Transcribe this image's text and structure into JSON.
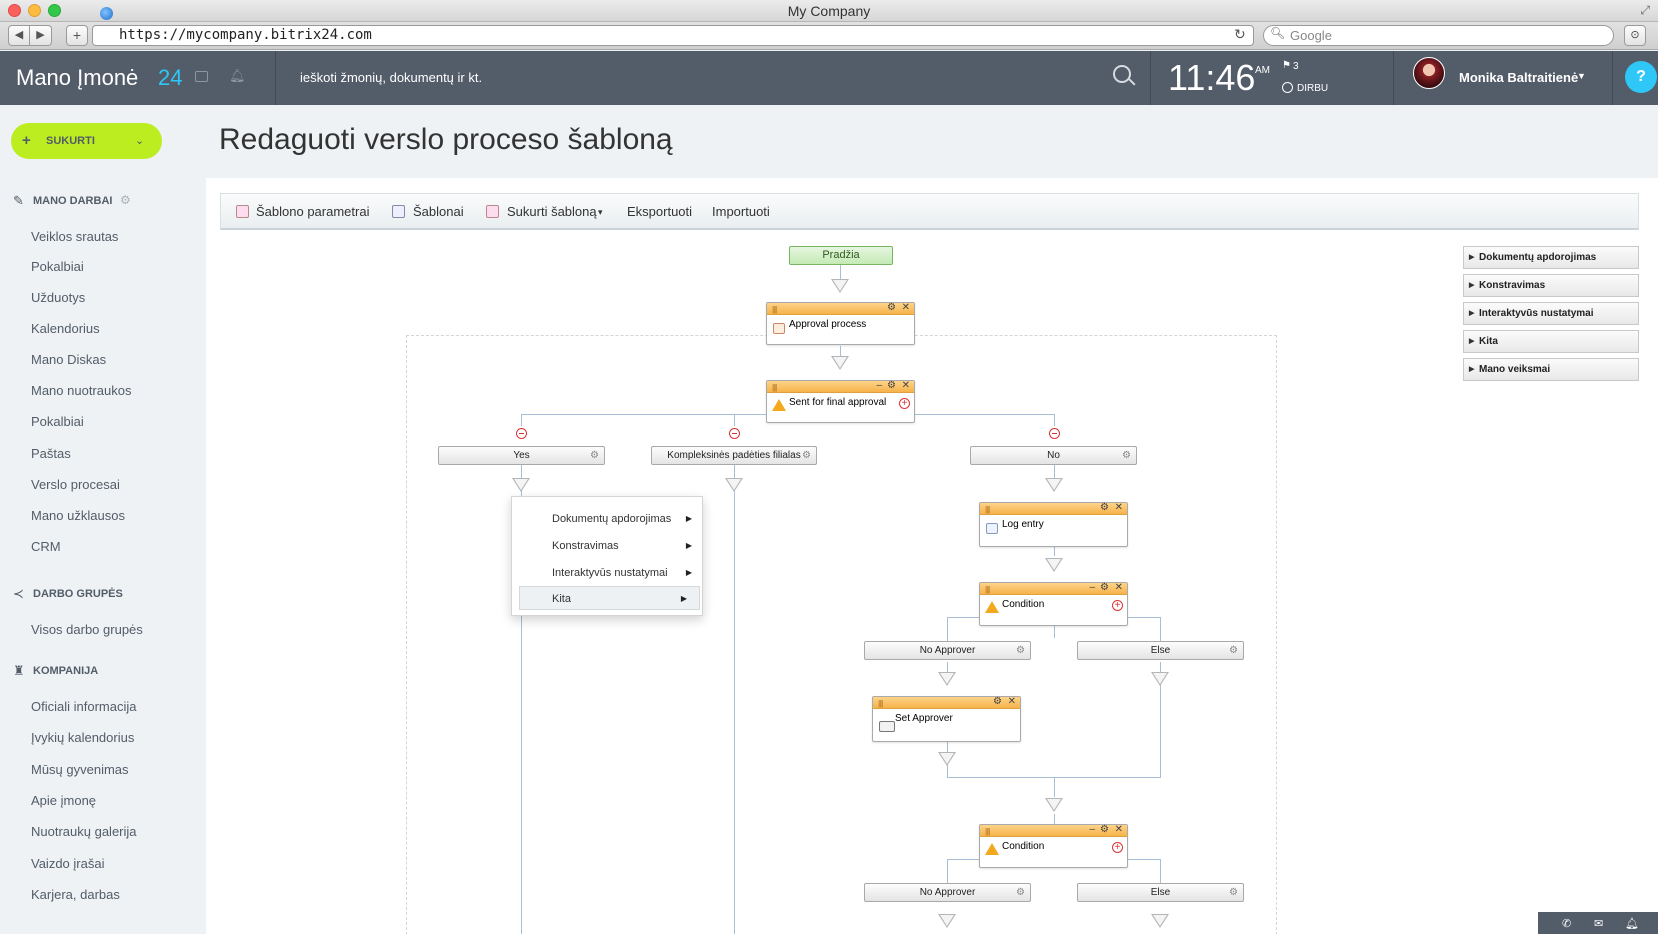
{
  "window": {
    "title": "My Company"
  },
  "browser": {
    "url": "https://mycompany.bitrix24.com",
    "search_placeholder": "Google"
  },
  "header": {
    "logo": "Mano Įmonė",
    "logo_num": "24",
    "search_text": "ieškoti žmonių, dokumentų ir kt.",
    "time": "11:46",
    "ampm": "AM",
    "flag_count": "3",
    "status": "DIRBU",
    "user_name": "Monika Baltraitienė",
    "help": "?"
  },
  "sidebar": {
    "create": "SUKURTI",
    "sections": [
      {
        "title": "MANO DARBAI",
        "items": [
          "Veiklos srautas",
          "Pokalbiai",
          "Užduotys",
          "Kalendorius",
          "Mano Diskas",
          "Mano nuotraukos",
          "Pokalbiai",
          "Paštas",
          "Verslo procesai",
          "Mano užklausos",
          "CRM"
        ]
      },
      {
        "title": "DARBO GRUPĖS",
        "items": [
          "Visos darbo grupės"
        ]
      },
      {
        "title": "KOMPANIJA",
        "items": [
          "Oficiali informacija",
          "Įvykių kalendorius",
          "Mūsų gyvenimas",
          "Apie įmonę",
          "Nuotraukų galerija",
          "Vaizdo įrašai",
          "Karjera, darbas"
        ]
      }
    ]
  },
  "page": {
    "title": "Redaguoti verslo proceso šabloną"
  },
  "toolbar": {
    "template_params": "Šablono parametrai",
    "templates": "Šablonai",
    "create_template": "Sukurti šabloną",
    "export": "Eksportuoti",
    "import": "Importuoti"
  },
  "workflow": {
    "start": "Pradžia",
    "approval_process": "Approval process",
    "sent_final": "Sent for final approval",
    "branch_yes": "Yes",
    "branch_complex": "Kompleksinės padėties filialas",
    "branch_no": "No",
    "log_entry": "Log entry",
    "condition": "Condition",
    "no_approver": "No Approver",
    "else": "Else",
    "set_approver": "Set Approver"
  },
  "context_menu": {
    "items": [
      "Dokumentų apdorojimas",
      "Konstravimas",
      "Interaktyvūs nustatymai",
      "Kita"
    ],
    "active_index": 3
  },
  "right_panel": {
    "items": [
      "Dokumentų apdorojimas",
      "Konstravimas",
      "Interaktyvūs nustatymai",
      "Kita",
      "Mano veiksmai"
    ]
  }
}
